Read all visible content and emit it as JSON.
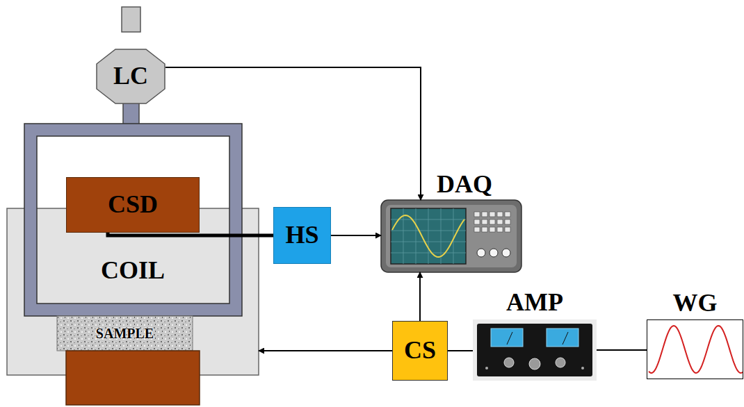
{
  "diagram": {
    "nodes": [
      {
        "text": [
          "LC"
        ]
      },
      {
        "text": [
          "DAQ"
        ]
      },
      {
        "text": [
          "CSD"
        ]
      },
      {
        "text": [
          "HS"
        ]
      },
      {
        "text": [
          "COIL"
        ]
      },
      {
        "text": [
          "SAMPLE"
        ],
        "in": 4
      },
      {
        "text": [
          "AMP"
        ]
      },
      {
        "text": [
          "WG"
        ]
      },
      {
        "text": [
          "CS"
        ]
      }
    ],
    "edges": [
      {
        "from": 0,
        "to": 1,
        "arrow": "to"
      },
      {
        "from": 2,
        "to": 3,
        "arrow": "none"
      },
      {
        "from": 3,
        "to": 1,
        "arrow": "to"
      },
      {
        "from": 8,
        "to": 1,
        "arrow": "to"
      },
      {
        "from": 8,
        "to": 4,
        "arrow": "to"
      },
      {
        "from": 6,
        "to": 8,
        "arrow": "none"
      },
      {
        "from": 7,
        "to": 6,
        "arrow": "none"
      }
    ]
  }
}
